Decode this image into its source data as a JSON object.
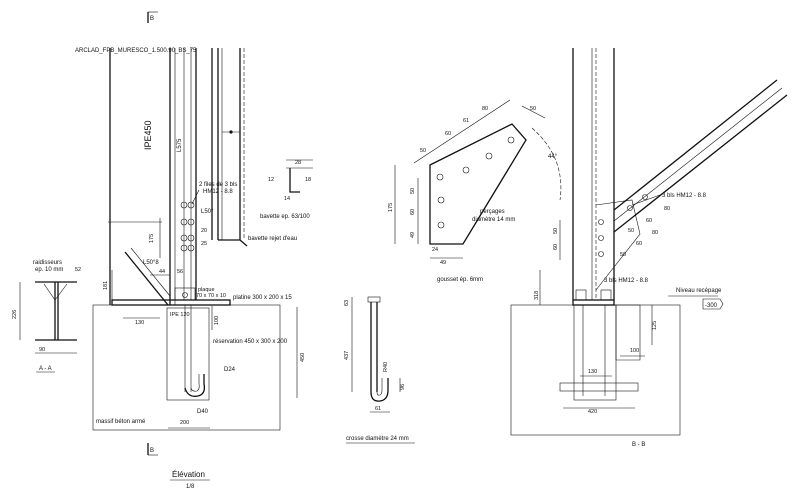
{
  "section_marks": {
    "section": "B"
  },
  "elevation": {
    "drawing_ref": "ARCLAD_FPB_MURESCO_1.500.90_BS_75",
    "column_profile": "IPE450",
    "mullion": "L575",
    "bolts_note_line1": "2 files de 3 bls",
    "bolts_note_line2": "HM12 - 8.8",
    "angle_top": "L50°",
    "angle_low": "L50°8",
    "stiffener_line1": "raidisseurs",
    "stiffener_line2": "ep. 10 mm",
    "plate_note_line1": "plaque",
    "plate_note_line2": "70 x 70 x 10",
    "base_plate": "platine 300 x 200 x 15",
    "ipe_label": "IPE 120",
    "reservation": "réservation 450 x 300 x 200",
    "anchor_d24": "D24",
    "anchor_d40": "D40",
    "concrete": "massif béton armé",
    "flashing_1": "bavette ep. 63/100",
    "flashing_2": "bavette rejet d'eau",
    "title": "Élévation",
    "scale": "1/8",
    "dims": {
      "d175": "175",
      "d181": "181",
      "d44": "44",
      "d56": "56",
      "d100": "100",
      "d130": "130",
      "d450": "450",
      "d200": "200",
      "d52": "52",
      "d226": "226",
      "d90": "90",
      "d20": "20",
      "d25": "25",
      "d28": "28",
      "d14": "14",
      "d12": "12",
      "d18": "18"
    },
    "section_aa": "A - A"
  },
  "gusset": {
    "holes_note_line1": "perçages",
    "holes_note_line2": "diamètre 14 mm",
    "thickness": "gousset ép. 6mm",
    "angle": "44°",
    "dims": {
      "d50": "50",
      "d60": "60",
      "d61": "61",
      "d80": "80",
      "d175": "175",
      "d49": "49",
      "d24": "24"
    }
  },
  "anchor_bolt": {
    "caption": "crosse diamètre 24 mm",
    "dims": {
      "d63": "63",
      "d437": "437",
      "d40": "R40",
      "d96": "96",
      "d61": "61"
    }
  },
  "section_bb": {
    "bolts_top": "3 bls HM12 - 8.8",
    "bolts_bottom": "3 bls HM12 - 8.8",
    "level_note": "Niveau recépage",
    "level_value": "-300",
    "label": "B - B",
    "dims": {
      "d318": "318",
      "d125": "125",
      "d100": "100",
      "d130": "130",
      "d420": "420",
      "d50": "50",
      "d60": "60",
      "d80": "80"
    }
  }
}
